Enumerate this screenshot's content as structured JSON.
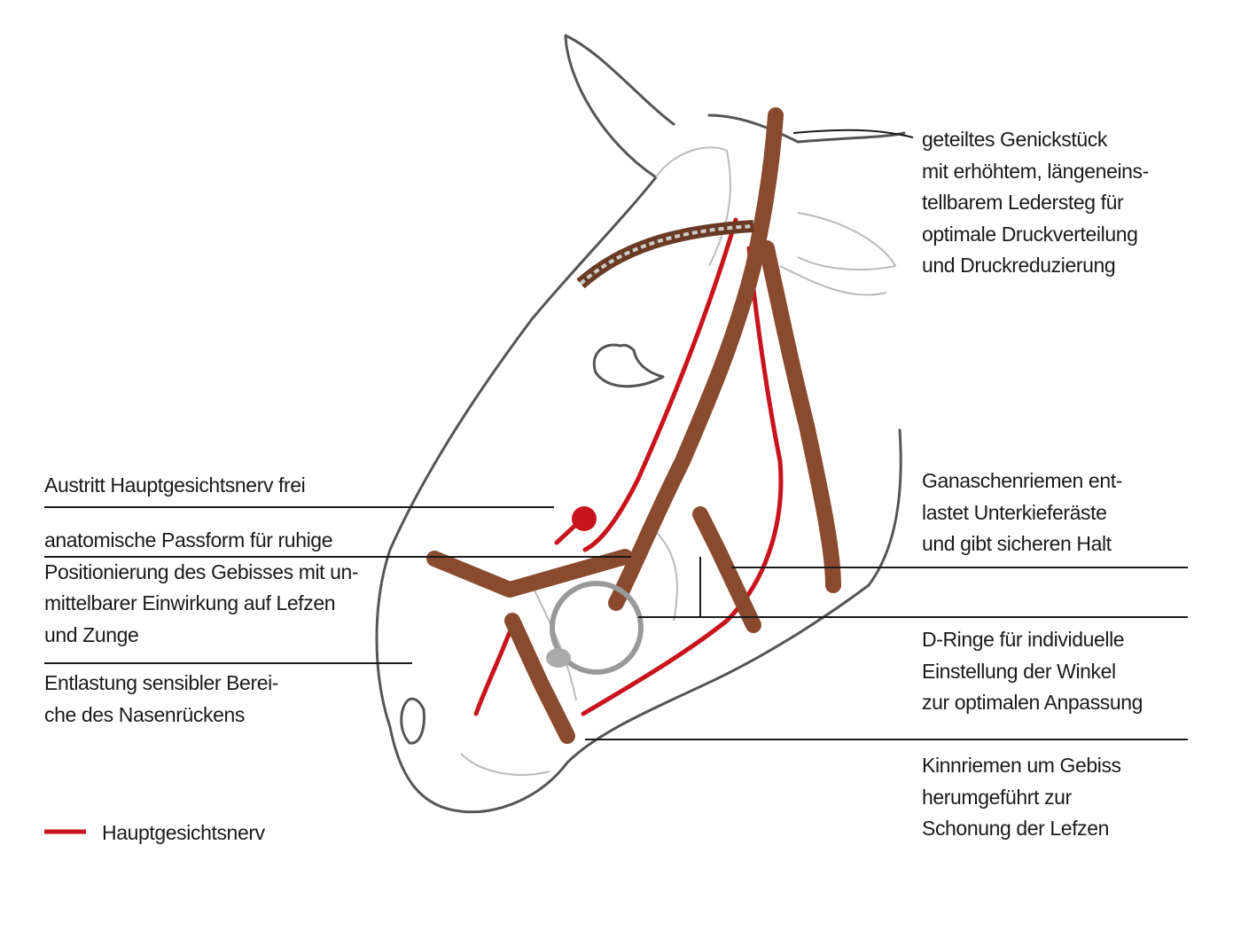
{
  "colors": {
    "nerve": "#c8141c",
    "leather": "#8a4a2e",
    "outline": "#555555",
    "leader": "#1a1a1a"
  },
  "annotations": {
    "genickstueck": [
      "geteiltes Genickstück",
      "mit erhöhtem, längeneins-",
      "tellbarem Ledersteg für",
      "optimale Druckverteilung",
      "und Druckreduzierung"
    ],
    "austritt": [
      "Austritt Hauptgesichtsnerv frei"
    ],
    "passform": [
      "anatomische Passform für ruhige",
      "Positionierung des Gebisses mit un-",
      "mittelbarer Einwirkung auf Lefzen",
      "und Zunge"
    ],
    "entlastung": [
      "Entlastung sensibler Berei-",
      "che des Nasenrückens"
    ],
    "ganaschen": [
      "Ganaschenriemen ent-",
      "lastet Unterkieferäste",
      "und gibt sicheren Halt"
    ],
    "dringe": [
      "D-Ringe für individuelle",
      "Einstellung der Winkel",
      "zur optimalen Anpassung"
    ],
    "kinnriemen": [
      "Kinnriemen um Gebiss",
      "herumgeführt zur",
      "Schonung der Lefzen"
    ]
  },
  "legend": {
    "label": "Hauptgesichtsnerv"
  }
}
